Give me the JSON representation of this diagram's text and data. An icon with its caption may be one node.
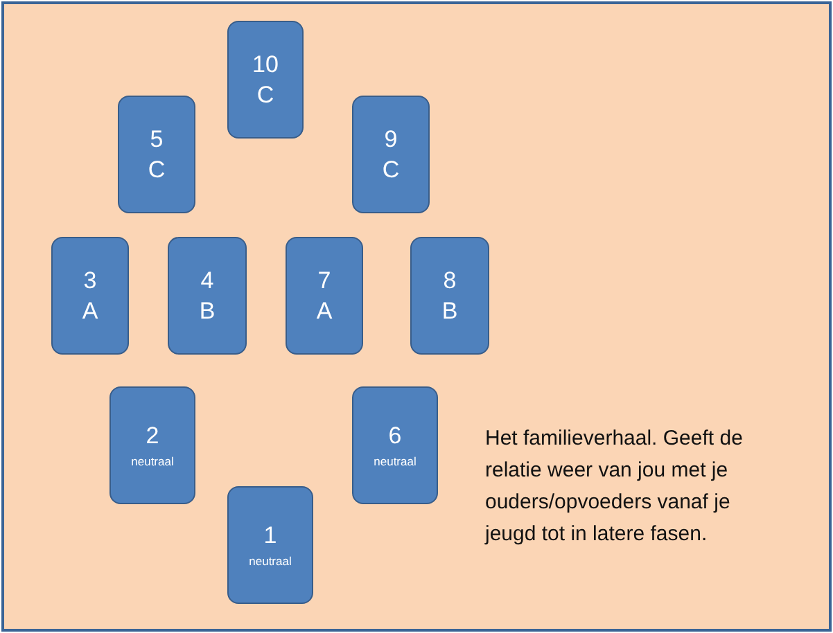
{
  "diagram": {
    "nodes": [
      {
        "text": [
          "10",
          "C"
        ]
      },
      {
        "text": [
          "5",
          "C"
        ]
      },
      {
        "text": [
          "9",
          "C"
        ]
      },
      {
        "text": [
          "3",
          "A"
        ]
      },
      {
        "text": [
          "4",
          "B"
        ]
      },
      {
        "text": [
          "7",
          "A"
        ]
      },
      {
        "text": [
          "8",
          "B"
        ]
      },
      {
        "text": [
          "2",
          "neutraal"
        ]
      },
      {
        "text": [
          "6",
          "neutraal"
        ]
      },
      {
        "text": [
          "1",
          "neutraal"
        ]
      }
    ],
    "edges": [],
    "labels": [
      "Het familieverhaal. Geeft de relatie weer van jou met je ouders/opvoeders vanaf je jeugd tot in latere fasen."
    ]
  }
}
